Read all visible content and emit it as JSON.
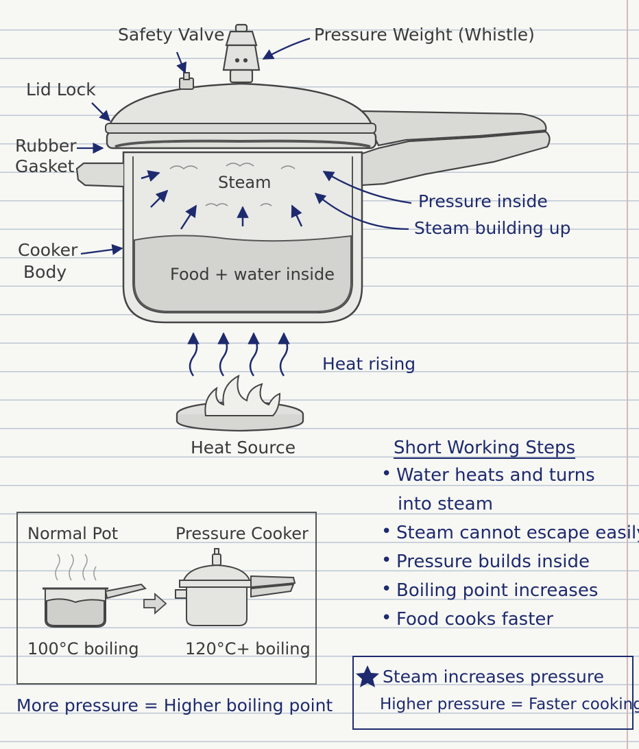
{
  "labels": {
    "safety_valve": "Safety Valve",
    "pressure_weight": "Pressure Weight (Whistle)",
    "lid_lock": "Lid Lock",
    "rubber": "Rubber",
    "gasket": "Gasket",
    "cooker": "Cooker",
    "body": "Body",
    "steam": "Steam",
    "food_water": "Food + water inside",
    "pressure_inside": "Pressure inside",
    "steam_building": "Steam building up",
    "heat_rising": "Heat rising",
    "heat_source": "Heat Source"
  },
  "steps": {
    "title": "Short Working Steps",
    "items": [
      "Water heats and turns",
      "into steam",
      "Steam cannot escape easily",
      "Pressure builds inside",
      "Boiling point increases",
      "Food cooks faster"
    ]
  },
  "comparison": {
    "normal_pot": "Normal Pot",
    "pressure_cooker": "Pressure Cooker",
    "normal_temp": "100°C boiling",
    "cooker_temp": "120°C+ boiling",
    "conclusion": "More pressure = Higher boiling point"
  },
  "summary": {
    "line1": "Steam increases pressure",
    "line2": "Higher pressure = Faster cooking"
  },
  "colors": {
    "ink_blue": "#1e2a6e",
    "pencil": "#3a3a3a",
    "paper": "#f7f7f4",
    "rule_line": "#bcc7d3"
  }
}
